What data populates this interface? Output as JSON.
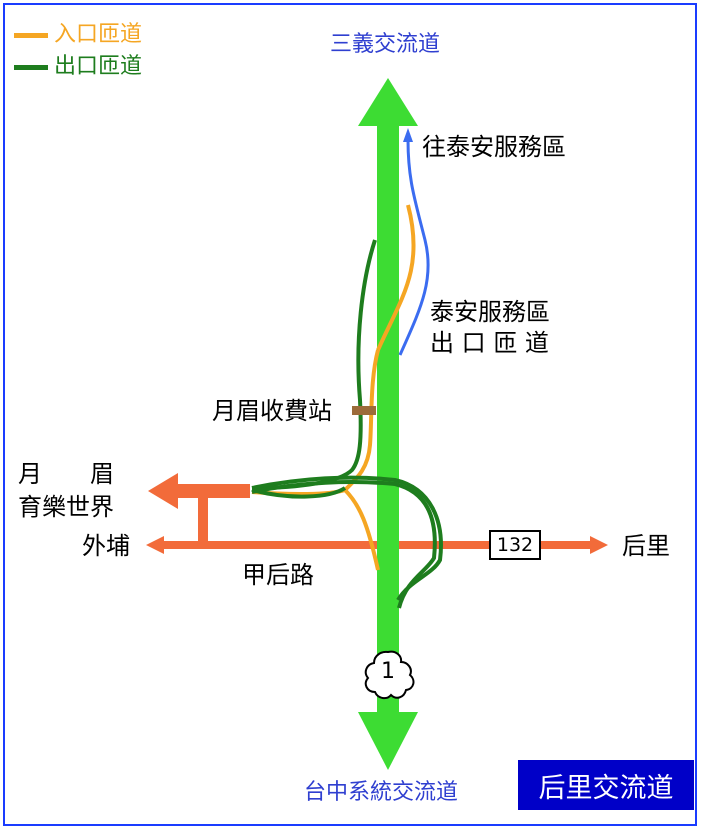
{
  "title": "后里交流道",
  "legend": [
    {
      "label": "入口匝道",
      "color": "#f5a623"
    },
    {
      "label": "出口匝道",
      "color": "#1e7d1e"
    }
  ],
  "labels": {
    "north": "三義交流道",
    "south": "台中系統交流道",
    "service_area": "往泰安服務區",
    "service_exit_1": "泰安服務區",
    "service_exit_2": "出 口 匝 道",
    "toll_station": "月眉收費站",
    "west_top_1": "月　　眉",
    "west_top_2": "育樂世界",
    "west_bottom": "外埔",
    "road_name": "甲后路",
    "east": "后里",
    "provincial_route": "132",
    "freeway_number": "1"
  },
  "colors": {
    "freeway": "#3ddc33",
    "local_road": "#f26b3a",
    "entrance_ramp": "#f5a623",
    "exit_ramp": "#1e7d1e",
    "service_ramp": "#3b6cf0",
    "toll": "#9c6b3a",
    "frame": "#1a3cff",
    "title_bg": "#0000c8"
  }
}
